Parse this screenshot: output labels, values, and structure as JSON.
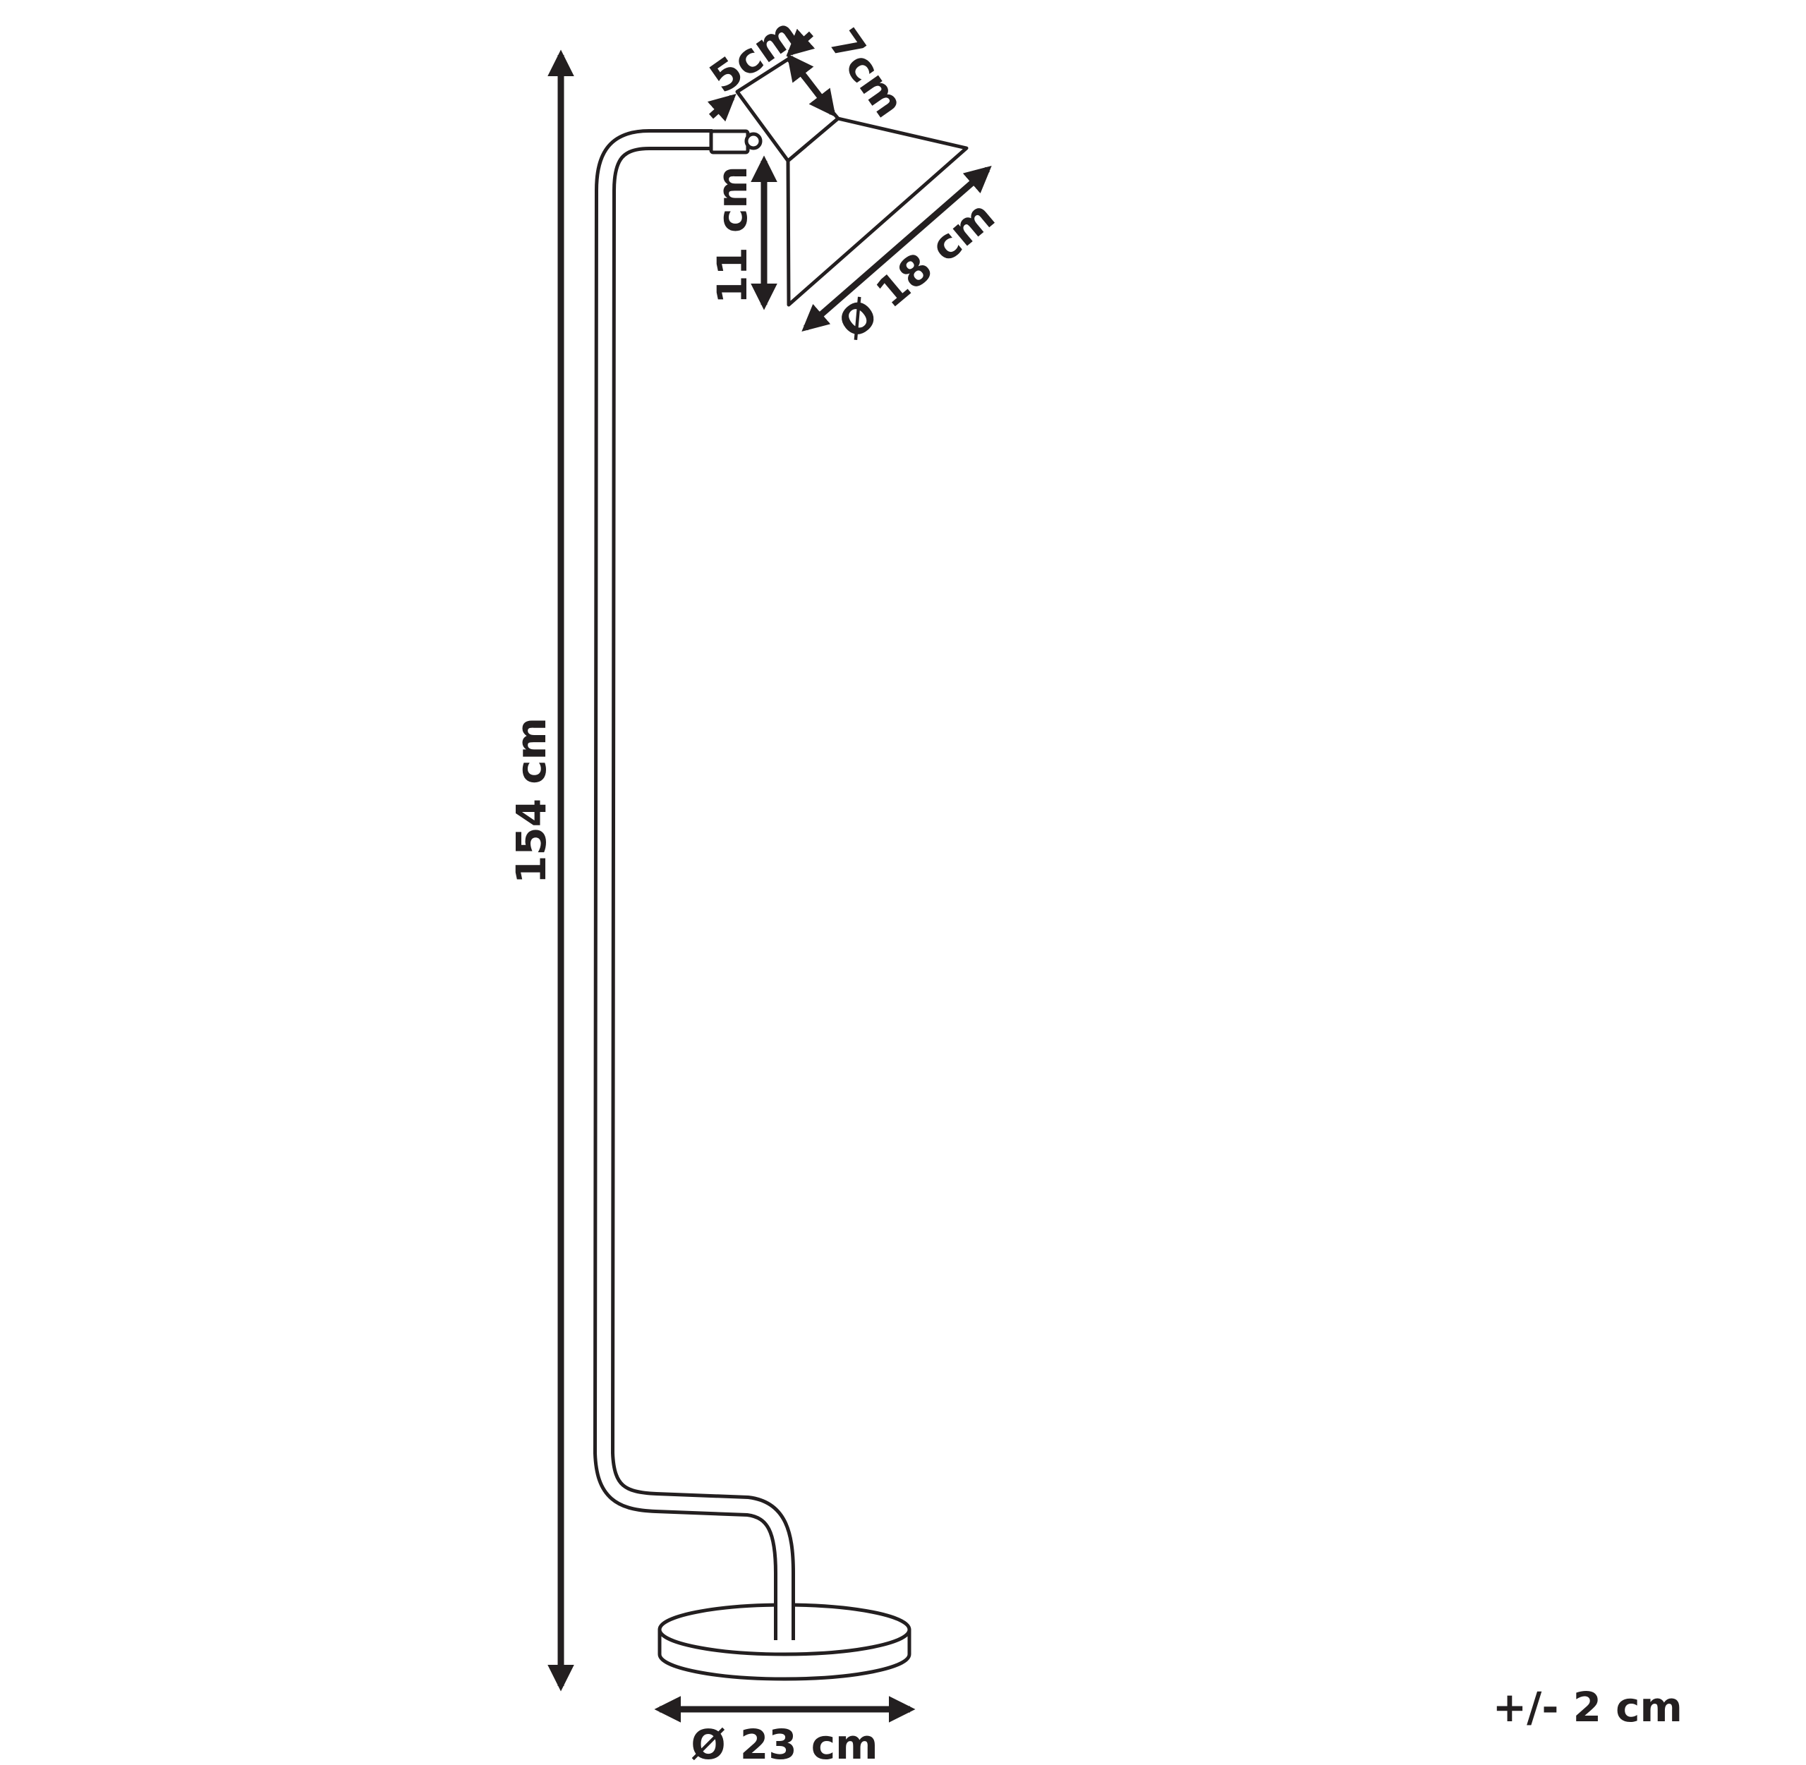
{
  "dimensions": {
    "total_height": "154 cm",
    "base_diameter": "Ø 23 cm",
    "shade_height": "11 cm",
    "shade_diameter": "Ø 18 cm",
    "shade_top_width": "5cm",
    "shade_top_length": "7cm",
    "tolerance": "+/- 2 cm"
  },
  "colors": {
    "line": "#231f20",
    "background": "#ffffff"
  }
}
